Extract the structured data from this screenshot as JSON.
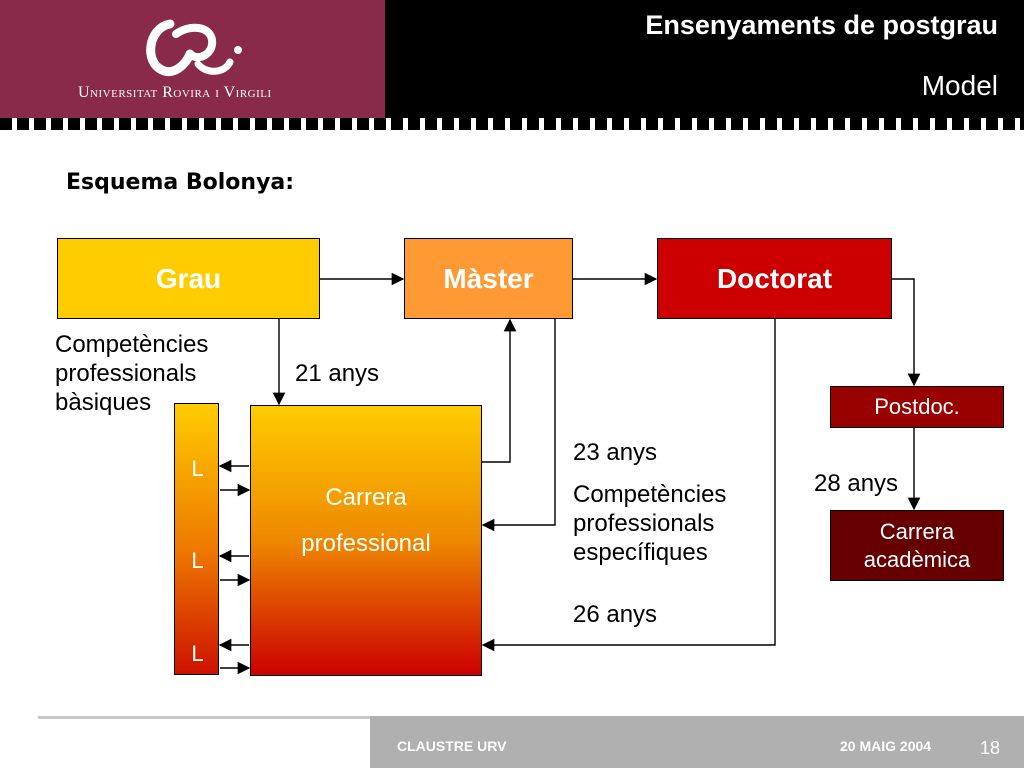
{
  "header": {
    "university": "Universitat Rovira i Virgili",
    "title": "Ensenyaments de postgrau",
    "subtitle": "Model",
    "logo_icon": "urv-logo-icon"
  },
  "section_title": "Esquema Bolonya:",
  "boxes": {
    "grau": "Grau",
    "master": "Màster",
    "doctorat": "Doctorat",
    "postdoc": "Postdoc.",
    "carrera_academica": [
      "Carrera",
      "acadèmica"
    ],
    "carrera_professional": [
      "Carrera",
      "professional"
    ],
    "l_labels": [
      "L",
      "L",
      "L"
    ]
  },
  "labels": {
    "competencies_basiques": [
      "Competències",
      "professionals",
      "bàsiques"
    ],
    "age_21": "21 anys",
    "age_23": "23 anys",
    "competencies_especifiques": [
      "Competències",
      "professionals",
      "específiques"
    ],
    "age_26": "26 anys",
    "age_28": "28 anys"
  },
  "footer": {
    "left": "CLAUSTRE URV",
    "date": "20 MAIG 2004",
    "page": "18"
  },
  "colors": {
    "brand": "#8a2a4a",
    "grau": "#ffcc00",
    "master": "#ff9933",
    "doctorat": "#cc0000",
    "postdoc": "#990000",
    "carrera_academica": "#660000"
  }
}
